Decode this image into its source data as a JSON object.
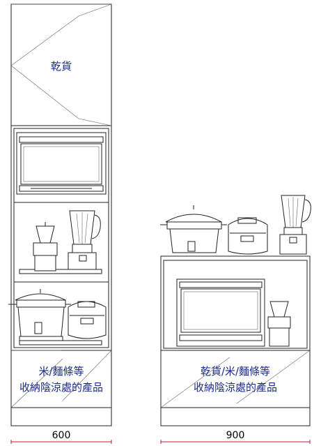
{
  "left_cabinet": {
    "top_label": "乾貨",
    "bottom_label_line1": "米/麵條等",
    "bottom_label_line2": "收納陰涼處的產品",
    "width_label": "600"
  },
  "right_cabinet": {
    "bottom_label_line1": "乾貨/米/麵條等",
    "bottom_label_line2": "收納陰涼處的產品",
    "width_label": "900"
  },
  "colors": {
    "label_text": "#1a2a8a",
    "dimension_line": "#b02030",
    "outline": "#222222"
  }
}
